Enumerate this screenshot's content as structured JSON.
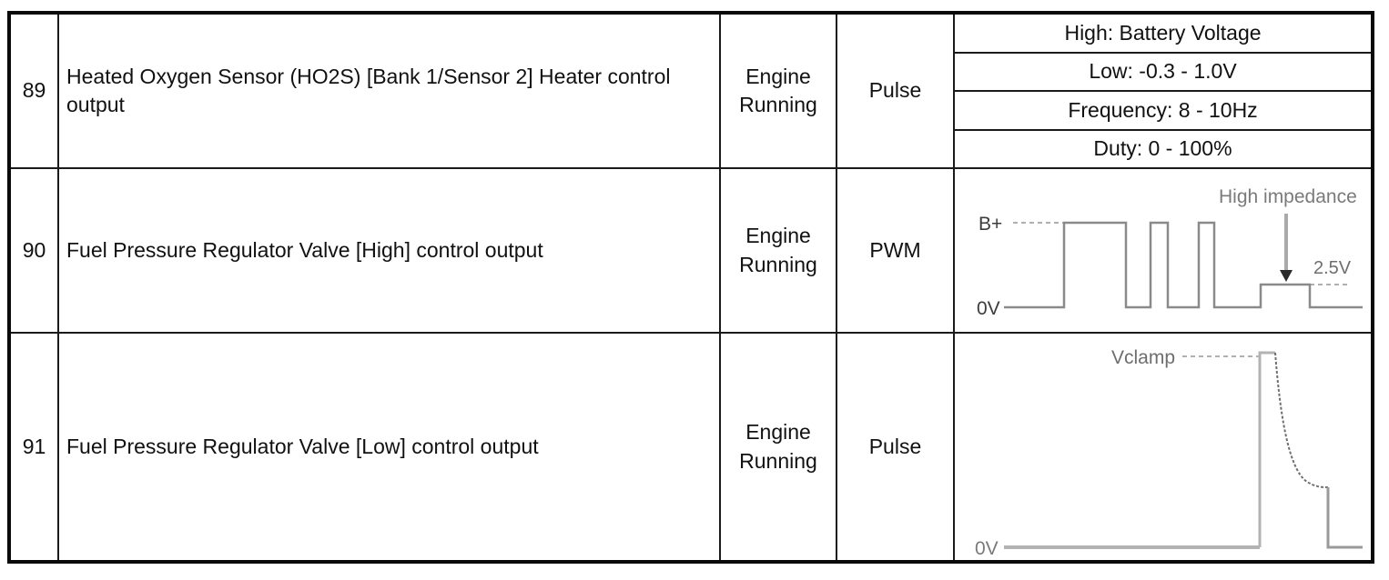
{
  "table": {
    "rows": [
      {
        "pin": "89",
        "description": "Heated Oxygen Sensor (HO2S) [Bank 1/Sensor 2] Heater control output",
        "condition": "Engine Running",
        "signal_type": "Pulse",
        "spec_lines": [
          "High: Battery Voltage",
          "Low: -0.3 - 1.0V",
          "Frequency: 8 - 10Hz",
          "Duty: 0 - 100%"
        ]
      },
      {
        "pin": "90",
        "description": "Fuel Pressure Regulator Valve [High] control output",
        "condition": "Engine Running",
        "signal_type": "PWM",
        "waveform": {
          "type": "pwm-with-high-impedance",
          "high_label": "B+",
          "low_label": "0V",
          "annotation": "High impedance",
          "plateau_label": "2.5V"
        }
      },
      {
        "pin": "91",
        "description": "Fuel Pressure Regulator Valve [Low] control output",
        "condition": "Engine Running",
        "signal_type": "Pulse",
        "waveform": {
          "type": "clamped-pulse-decay",
          "peak_label": "Vclamp",
          "low_label": "0V"
        }
      }
    ],
    "colors": {
      "wave_stroke": "#8a8a8a",
      "dash_stroke": "#b0b0b0",
      "label_dark": "#3c3c3c",
      "label_gray": "#7a7a7a",
      "border": "#1a1a1a"
    }
  }
}
